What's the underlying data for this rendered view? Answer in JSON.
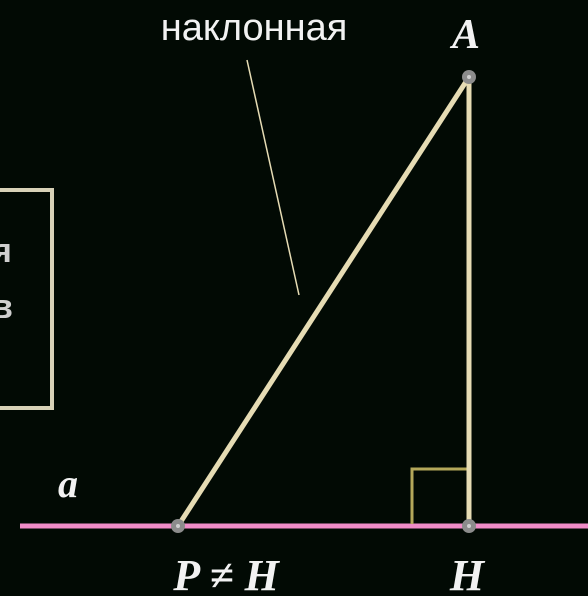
{
  "labels": {
    "slant_caption": "наклонная",
    "point_a": "A",
    "line_a": "a",
    "point_p": "P ≠ H",
    "point_h": "H",
    "box_line1": "я",
    "box_line2": "в"
  },
  "colors": {
    "background": "#020a04",
    "segment": "#e6dcb4",
    "line_a": "#f08cc8",
    "right_angle": "#b4a85a",
    "point_dot": "#8c8c8c",
    "box_border": "#d8d2b8",
    "text": "#f2f2f2"
  }
}
